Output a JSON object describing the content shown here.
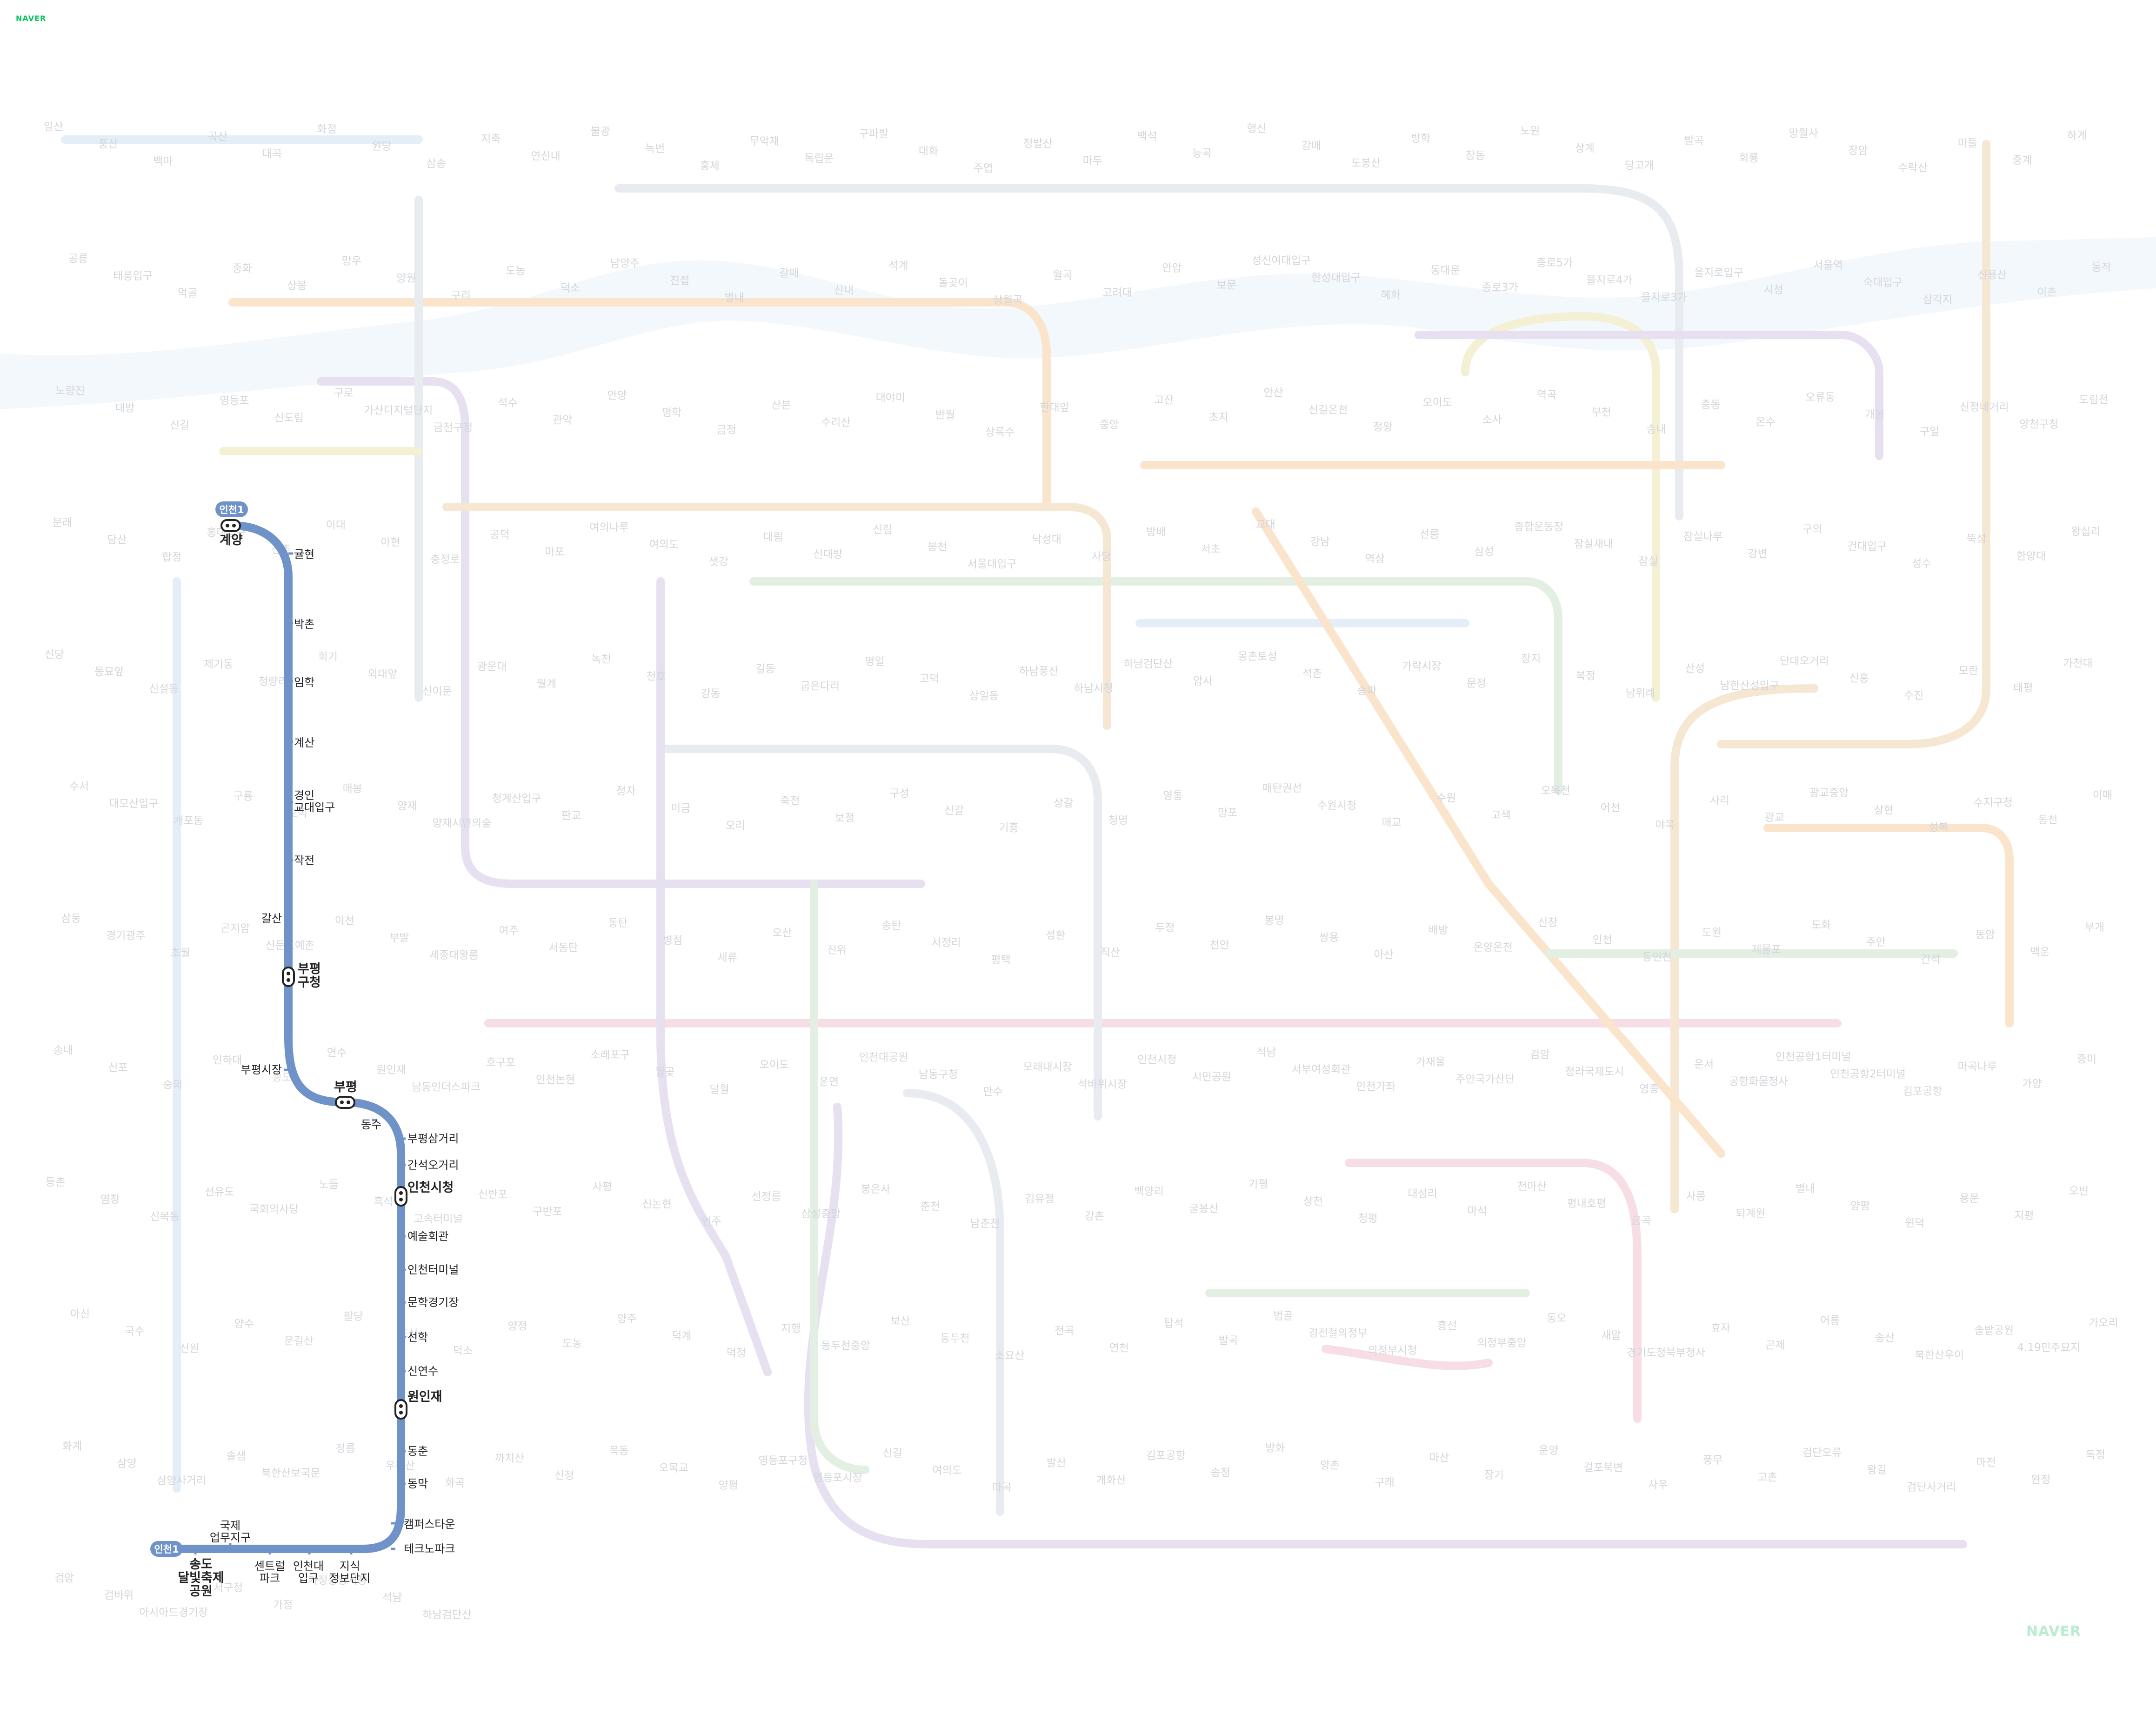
{
  "brand": {
    "top": "NAVER",
    "bottom": "NAVER"
  },
  "colors": {
    "focus_line": "#6f93c9",
    "faint_lines": [
      "#e8ebef",
      "#fbe4cc",
      "#e6e0f1",
      "#e3efe2",
      "#f6e7d2",
      "#f7dde4",
      "#e4eef8",
      "#f3f0d4"
    ],
    "faint_text": "#d3d6da",
    "water": "#f3f8fc"
  },
  "focus_line": {
    "badge_top": "인천1",
    "badge_bottom": "인천1",
    "stations": [
      {
        "name": "계양",
        "bold": true,
        "transfer": true
      },
      {
        "name": "귤현"
      },
      {
        "name": "박촌"
      },
      {
        "name": "임학"
      },
      {
        "name": "계산"
      },
      {
        "name": "경인\n교대입구"
      },
      {
        "name": "작전"
      },
      {
        "name": "갈산"
      },
      {
        "name": "부평\n구청",
        "bold": true,
        "transfer": true
      },
      {
        "name": "부평시장"
      },
      {
        "name": "부평",
        "bold": true,
        "transfer": true
      },
      {
        "name": "동수"
      },
      {
        "name": "부평삼거리"
      },
      {
        "name": "간석오거리"
      },
      {
        "name": "인천시청",
        "bold": true,
        "transfer": true
      },
      {
        "name": "예술회관"
      },
      {
        "name": "인천터미널"
      },
      {
        "name": "문학경기장"
      },
      {
        "name": "선학"
      },
      {
        "name": "신연수"
      },
      {
        "name": "원인재",
        "bold": true,
        "transfer": true
      },
      {
        "name": "동춘"
      },
      {
        "name": "동막"
      },
      {
        "name": "캠퍼스타운"
      },
      {
        "name": "테크노파크"
      },
      {
        "name": "지식\n정보단지"
      },
      {
        "name": "인천대\n입구"
      },
      {
        "name": "센트럴\n파크"
      },
      {
        "name": "국제\n업무지구"
      },
      {
        "name": "송도\n달빛축제\n공원",
        "bold": true
      }
    ]
  },
  "faint_stations": [
    "일산",
    "풍산",
    "백마",
    "곡산",
    "대곡",
    "화정",
    "원당",
    "삼송",
    "지축",
    "연신내",
    "불광",
    "녹번",
    "홍제",
    "무악재",
    "독립문",
    "구파발",
    "대화",
    "주엽",
    "정발산",
    "마두",
    "백석",
    "능곡",
    "행신",
    "강매",
    "도봉산",
    "방학",
    "창동",
    "노원",
    "상계",
    "당고개",
    "발곡",
    "회룡",
    "망월사",
    "장암",
    "수락산",
    "마들",
    "중계",
    "하계",
    "공릉",
    "태릉입구",
    "먹골",
    "중화",
    "상봉",
    "망우",
    "양원",
    "구리",
    "도농",
    "덕소",
    "남양주",
    "진접",
    "별내",
    "갈매",
    "신내",
    "석계",
    "돌곶이",
    "상월곡",
    "월곡",
    "고려대",
    "안암",
    "보문",
    "성신여대입구",
    "한성대입구",
    "혜화",
    "동대문",
    "종로3가",
    "종로5가",
    "을지로4가",
    "을지로3가",
    "을지로입구",
    "시청",
    "서울역",
    "숙대입구",
    "삼각지",
    "신용산",
    "이촌",
    "동작",
    "노량진",
    "대방",
    "신길",
    "영등포",
    "신도림",
    "구로",
    "가산디지털단지",
    "금천구청",
    "석수",
    "관악",
    "안양",
    "명학",
    "금정",
    "산본",
    "수리산",
    "대야미",
    "반월",
    "상록수",
    "한대앞",
    "중앙",
    "고잔",
    "초지",
    "안산",
    "신길온천",
    "정왕",
    "오이도",
    "소사",
    "역곡",
    "부천",
    "송내",
    "중동",
    "온수",
    "오류동",
    "개봉",
    "구일",
    "신정네거리",
    "양천구청",
    "도림천",
    "문래",
    "당산",
    "합정",
    "홍대입구",
    "신촌",
    "이대",
    "아현",
    "충정로",
    "공덕",
    "마포",
    "여의나루",
    "여의도",
    "샛강",
    "대림",
    "신대방",
    "신림",
    "봉천",
    "서울대입구",
    "낙성대",
    "사당",
    "방배",
    "서초",
    "교대",
    "강남",
    "역삼",
    "선릉",
    "삼성",
    "종합운동장",
    "잠실새내",
    "잠실",
    "잠실나루",
    "강변",
    "구의",
    "건대입구",
    "성수",
    "뚝섬",
    "한양대",
    "왕십리",
    "신당",
    "동묘앞",
    "신설동",
    "제기동",
    "청량리",
    "회기",
    "외대앞",
    "신이문",
    "광운대",
    "월계",
    "녹천",
    "천호",
    "강동",
    "길동",
    "굽은다리",
    "명일",
    "고덕",
    "상일동",
    "하남풍산",
    "하남시청",
    "하남검단산",
    "암사",
    "몽촌토성",
    "석촌",
    "송파",
    "가락시장",
    "문정",
    "장지",
    "복정",
    "남위례",
    "산성",
    "남한산성입구",
    "단대오거리",
    "신흥",
    "수진",
    "모란",
    "태평",
    "가천대",
    "수서",
    "대모산입구",
    "개포동",
    "구룡",
    "도곡",
    "매봉",
    "양재",
    "양재시민의숲",
    "청계산입구",
    "판교",
    "정자",
    "미금",
    "오리",
    "죽전",
    "보정",
    "구성",
    "신갈",
    "기흥",
    "상갈",
    "청명",
    "영통",
    "망포",
    "매탄권선",
    "수원시청",
    "매교",
    "수원",
    "고색",
    "오목천",
    "어천",
    "야목",
    "사리",
    "광교",
    "광교중앙",
    "상현",
    "성복",
    "수지구청",
    "동천",
    "이매",
    "삼동",
    "경기광주",
    "초월",
    "곤지암",
    "신둔도예촌",
    "이천",
    "부발",
    "세종대왕릉",
    "여주",
    "서동탄",
    "동탄",
    "병점",
    "세류",
    "오산",
    "진위",
    "송탄",
    "서정리",
    "평택",
    "성환",
    "직산",
    "두정",
    "천안",
    "봉명",
    "쌍용",
    "아산",
    "배방",
    "온양온천",
    "신창",
    "인천",
    "동인천",
    "도원",
    "제물포",
    "도화",
    "주안",
    "간석",
    "동암",
    "백운",
    "부개",
    "송내",
    "신포",
    "숭의",
    "인하대",
    "송도",
    "연수",
    "원인재",
    "남동인더스파크",
    "호구포",
    "인천논현",
    "소래포구",
    "월곶",
    "달월",
    "오이도",
    "운연",
    "인천대공원",
    "남동구청",
    "만수",
    "모래내시장",
    "석바위시장",
    "인천시청",
    "시민공원",
    "석남",
    "서부여성회관",
    "인천가좌",
    "가재울",
    "주안국가산단",
    "검암",
    "청라국제도시",
    "영종",
    "운서",
    "공항화물청사",
    "인천공항1터미널",
    "인천공항2터미널",
    "김포공항",
    "마곡나루",
    "가양",
    "증미",
    "등촌",
    "염창",
    "신목동",
    "선유도",
    "국회의사당",
    "노들",
    "흑석",
    "고속터미널",
    "신반포",
    "구반포",
    "사평",
    "신논현",
    "언주",
    "선정릉",
    "삼성중앙",
    "봉은사",
    "춘천",
    "남춘천",
    "김유정",
    "강촌",
    "백양리",
    "굴봉산",
    "가평",
    "상천",
    "청평",
    "대성리",
    "마석",
    "천마산",
    "평내호평",
    "금곡",
    "사릉",
    "퇴계원",
    "별내",
    "양평",
    "원덕",
    "용문",
    "지평",
    "오빈",
    "아신",
    "국수",
    "신원",
    "양수",
    "운길산",
    "팔당",
    "도심",
    "덕소",
    "양정",
    "도농",
    "양주",
    "덕계",
    "덕정",
    "지행",
    "동두천중앙",
    "보산",
    "동두천",
    "소요산",
    "전곡",
    "연천",
    "탑석",
    "발곡",
    "범골",
    "경전철의정부",
    "의정부시청",
    "흥선",
    "의정부중앙",
    "동오",
    "새말",
    "경기도청북부청사",
    "효자",
    "곤제",
    "어룡",
    "송산",
    "북한산우이",
    "솔밭공원",
    "4.19민주묘지",
    "가오리",
    "화계",
    "삼양",
    "삼양사거리",
    "솔샘",
    "북한산보국문",
    "정릉",
    "우장산",
    "화곡",
    "까치산",
    "신정",
    "목동",
    "오목교",
    "양평",
    "영등포구청",
    "영등포시장",
    "신길",
    "여의도",
    "마곡",
    "발산",
    "개화산",
    "김포공항",
    "송정",
    "방화",
    "양촌",
    "구래",
    "마산",
    "장기",
    "운양",
    "걸포북변",
    "사우",
    "풍무",
    "고촌",
    "검단오류",
    "왕길",
    "검단사거리",
    "마전",
    "완정",
    "독정",
    "검암",
    "검바위",
    "아시아드경기장",
    "서구청",
    "가정",
    "가정중앙시장",
    "석남",
    "하남검단산"
  ]
}
